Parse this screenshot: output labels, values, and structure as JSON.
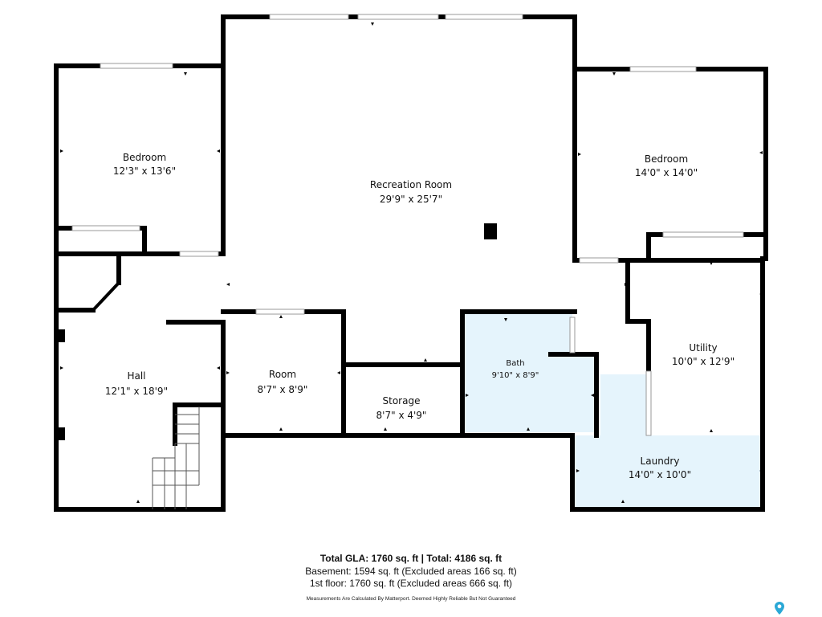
{
  "rooms": {
    "bedroom_left": {
      "name": "Bedroom",
      "dims": "12'3\" x 13'6\""
    },
    "recreation": {
      "name": "Recreation Room",
      "dims": "29'9\" x 25'7\""
    },
    "bedroom_right": {
      "name": "Bedroom",
      "dims": "14'0\" x 14'0\""
    },
    "hall": {
      "name": "Hall",
      "dims": "12'1\" x 18'9\""
    },
    "room": {
      "name": "Room",
      "dims": "8'7\" x 8'9\""
    },
    "storage": {
      "name": "Storage",
      "dims": "8'7\" x 4'9\""
    },
    "bath": {
      "name": "Bath",
      "dims": "9'10\" x 8'9\""
    },
    "utility": {
      "name": "Utility",
      "dims": "10'0\" x 12'9\""
    },
    "laundry": {
      "name": "Laundry",
      "dims": "14'0\" x 10'0\""
    }
  },
  "footer": {
    "total": "Total GLA: 1760 sq. ft | Total: 4186 sq. ft",
    "basement": "Basement: 1594 sq. ft (Excluded areas 166 sq. ft)",
    "first_floor": "1st floor: 1760 sq. ft (Excluded areas 666 sq. ft)",
    "disclaimer": "Measurements Are Calculated By Matterport. Deemed Highly Reliable But Not Guaranteed"
  },
  "colors": {
    "wall": "#000000",
    "wet_area": "#e5f4fc",
    "map_icon": "#2aa8d6"
  },
  "icons": {
    "corner": "map-pin-icon"
  }
}
